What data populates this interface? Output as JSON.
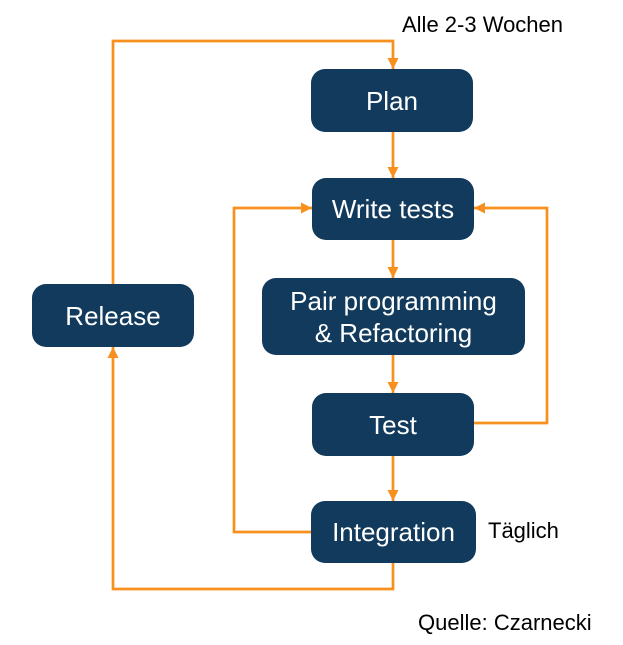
{
  "colors": {
    "box_fill": "#113A5C",
    "box_text": "#FFFFFF",
    "arrow": "#F7901E",
    "label_text": "#000000",
    "background": "#FFFFFF"
  },
  "nodes": {
    "plan": {
      "label": "Plan"
    },
    "write_tests": {
      "label": "Write tests"
    },
    "pair_programming": {
      "lines": [
        "Pair programming",
        "& Refactoring"
      ]
    },
    "test": {
      "label": "Test"
    },
    "integration": {
      "label": "Integration"
    },
    "release": {
      "label": "Release"
    }
  },
  "annotations": {
    "cycle_label": "Alle 2-3 Wochen",
    "daily_label": "Täglich",
    "source_label": "Quelle: Czarnecki"
  },
  "edges": [
    {
      "from": "release",
      "to": "plan"
    },
    {
      "from": "plan",
      "to": "write_tests"
    },
    {
      "from": "write_tests",
      "to": "pair_programming"
    },
    {
      "from": "pair_programming",
      "to": "test"
    },
    {
      "from": "test",
      "to": "integration"
    },
    {
      "from": "integration",
      "to": "write_tests"
    },
    {
      "from": "test",
      "to": "write_tests"
    },
    {
      "from": "integration",
      "to": "release"
    }
  ]
}
